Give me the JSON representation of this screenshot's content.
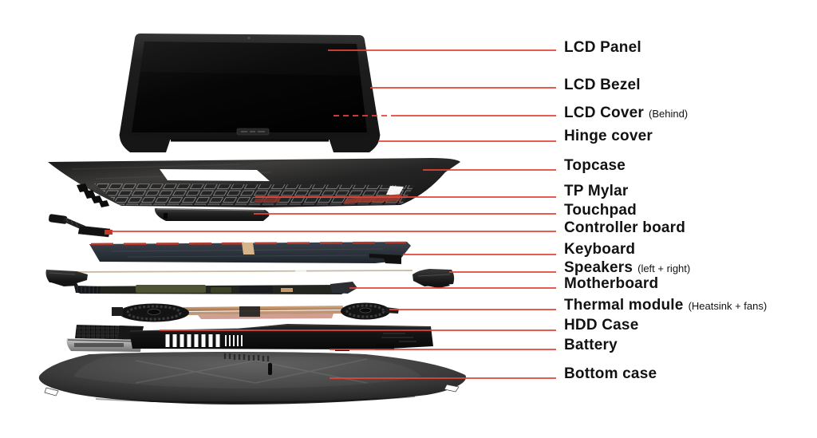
{
  "accent_color": "#e0463a",
  "diagram_type": "laptop-exploded-view",
  "parts": [
    {
      "label": "LCD Panel",
      "suffix": ""
    },
    {
      "label": "LCD Bezel",
      "suffix": ""
    },
    {
      "label": "LCD Cover",
      "suffix": "(Behind)"
    },
    {
      "label": "Hinge cover",
      "suffix": ""
    },
    {
      "label": "Topcase",
      "suffix": ""
    },
    {
      "label": "TP Mylar",
      "suffix": ""
    },
    {
      "label": "Touchpad",
      "suffix": ""
    },
    {
      "label": "Controller board",
      "suffix": ""
    },
    {
      "label": "Keyboard",
      "suffix": ""
    },
    {
      "label": "Speakers",
      "suffix": "(left + right)"
    },
    {
      "label": "Motherboard",
      "suffix": ""
    },
    {
      "label": "Thermal module",
      "suffix": "(Heatsink + fans)"
    },
    {
      "label": "HDD Case",
      "suffix": ""
    },
    {
      "label": "Battery",
      "suffix": ""
    },
    {
      "label": "Bottom case",
      "suffix": ""
    }
  ]
}
